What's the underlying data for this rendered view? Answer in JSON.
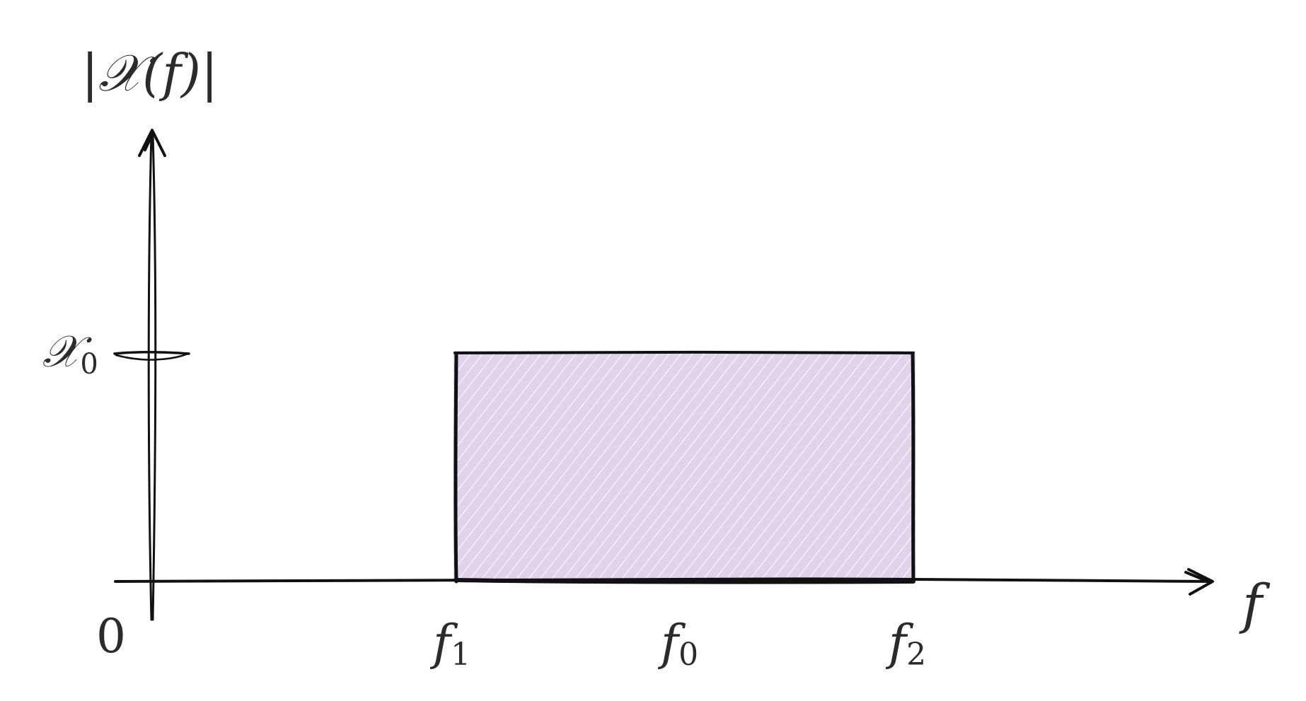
{
  "diagram": {
    "y_axis_label": "|𝒳(f)|",
    "x_axis_label": "f",
    "origin_label": "0",
    "level_label": {
      "main": "𝒳",
      "sub": "0"
    },
    "tick_labels": [
      {
        "main": "f",
        "sub": "1"
      },
      {
        "main": "f",
        "sub": "0"
      },
      {
        "main": "f",
        "sub": "2"
      }
    ]
  },
  "colors": {
    "stroke": "#111111",
    "fill": "#e2d3ec",
    "text": "#2b2b2b"
  }
}
